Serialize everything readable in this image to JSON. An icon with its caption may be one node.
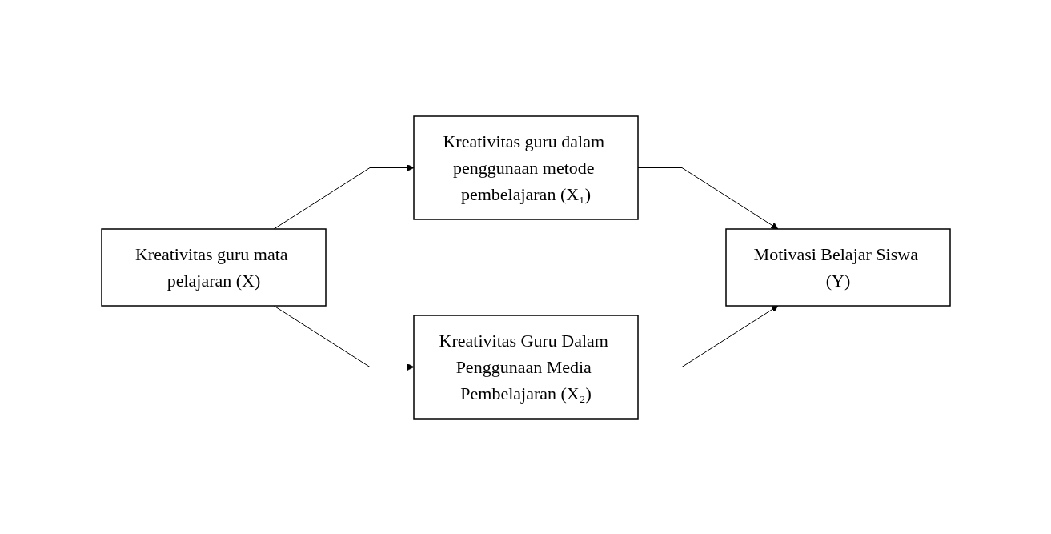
{
  "diagram": {
    "nodes": [
      {
        "text": [
          "Kreativitas guru mata pelajaran (X)"
        ]
      },
      {
        "text": [
          "Kreativitas guru dalam penggunaan metode pembelajaran (X₁)"
        ]
      },
      {
        "text": [
          "Kreativitas Guru Dalam Penggunaan Media Pembelajaran (X₂)"
        ]
      },
      {
        "text": [
          "Motivasi Belajar Siswa (Y)"
        ]
      }
    ],
    "edges": [
      {
        "from": 0,
        "to": 1,
        "arrow": "to"
      },
      {
        "from": 0,
        "to": 2,
        "arrow": "to"
      },
      {
        "from": 1,
        "to": 3,
        "arrow": "to"
      },
      {
        "from": 2,
        "to": 3,
        "arrow": "to"
      }
    ]
  }
}
